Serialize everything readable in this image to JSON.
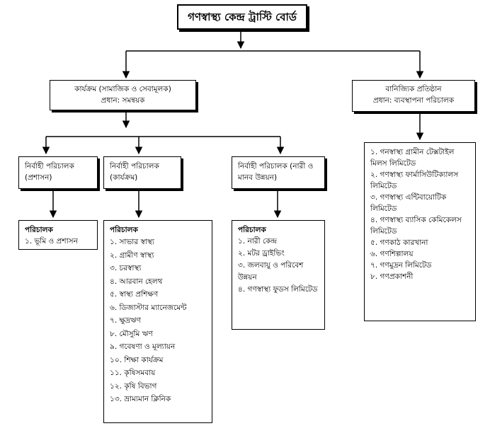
{
  "root": {
    "title": "গণস্বাস্থ্য কেন্দ্র ট্রাস্টি বোর্ড"
  },
  "program": {
    "line1": "কার্যক্রম (সামাজিক ও সেবামূলক)",
    "line2": "প্রধান: সমন্বয়ক"
  },
  "commercial": {
    "line1": "বানিজ্যিক প্রতিষ্ঠান",
    "line2": "প্রধান: ব্যবস্থাপনা পরিচালক",
    "items": [
      "১. গনস্বাস্থ্য গ্রামীন টেক্সটাইল মিলস লিমিটেড",
      "২. গণস্বাস্থ্য ফার্মাসিউটিক্যালস লিমিটেড",
      "৩. গণস্বাস্থ্য এন্টিবায়োটিক লিমিটেড",
      "৪. গণস্বাস্থ্য ব্যাসিক কেমিকেলস লিমিটেড",
      "৫. গণকাঠ কারখানা",
      "৬. গণশিল্পালয়",
      "৭. গণমুদ্রন লিমিটেড",
      "৮. গণপ্রকাশনী"
    ]
  },
  "admin": {
    "label": "নির্বাহী পরিচালক (প্রশাসন)",
    "heading": "পরিচালক",
    "items": [
      "১. ভূমি ও প্রশাসন"
    ]
  },
  "programs": {
    "label": "নির্বাহী পরিচালক (কার্যক্রম)",
    "heading": "পরিচালক",
    "items": [
      "১. সাভার স্বাস্থ্য",
      "২. গ্রামীণ স্বাস্থ্য",
      "৩. চরস্বাস্থ্য",
      "৪. আরবান হেলথ",
      "৫. স্বাস্থ্য প্রশিক্ষণ",
      "৬. ডিজাস্টার ম্যানেজমেন্ট",
      "৭. ক্ষুদ্রঋণ",
      "৮. মৌসুমি ঋণ",
      "৯. গবেষণা ও মূল্যায়ন",
      "১০. শিক্ষা কার্যক্রম",
      "১১. কৃষিসমবায়",
      "১২. কৃষি বিভাগ",
      "১৩. ভ্রাম্যমান ক্লিনিক"
    ]
  },
  "women": {
    "label": "নির্বাহী পরিচালক (নারী ও মানব উন্নয়ন)",
    "heading": "পরিচালক",
    "items": [
      "১. নারী কেন্দ্র",
      "২. মটর ড্রাইভিং",
      "৩. জলবায়ু ও পরিবেশ উন্নয়ন",
      "৪. গণস্বাস্থ্য ফুডস লিমিটেড"
    ]
  }
}
